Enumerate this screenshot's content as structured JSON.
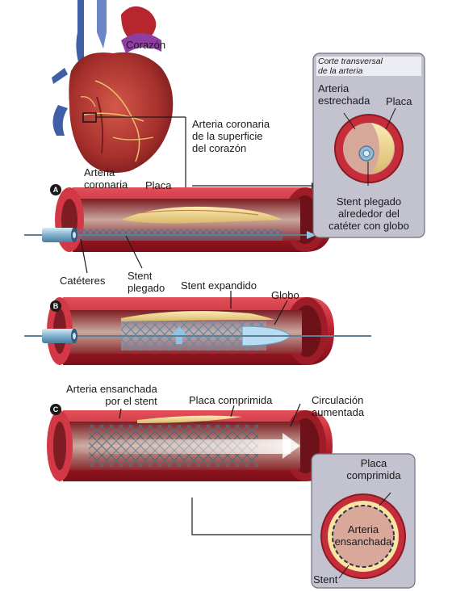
{
  "labels": {
    "heart": "Corazón",
    "coronary_surface": [
      "Arteria coronaria",
      "de la superficie",
      "del corazón"
    ],
    "coronary_artery": [
      "Arteria",
      "coronaria"
    ],
    "plaque_a": "Placa",
    "catheters": "Catéteres",
    "stent_folded": [
      "Stent",
      "plegado"
    ],
    "stent_expanded": "Stent expandido",
    "balloon": "Globo",
    "widened_by_stent": [
      "Arteria ensanchada",
      "por el stent"
    ],
    "compressed_plaque_c": "Placa comprimida",
    "increased_flow": [
      "Circulación",
      "aumentada"
    ]
  },
  "inset_top": {
    "title": [
      "Corte transversal",
      "de la arteria"
    ],
    "narrowed_artery": [
      "Arteria",
      "estrechada"
    ],
    "plaque": "Placa",
    "folded_stent_desc": [
      "Stent plegado",
      "alrededor del",
      "catéter con globo"
    ]
  },
  "inset_bottom": {
    "compressed_plaque": [
      "Placa",
      "comprimida"
    ],
    "widened_artery": [
      "Arteria",
      "ensanchada"
    ],
    "stent": "Stent"
  },
  "steps": {
    "a": "A",
    "b": "B",
    "c": "C"
  }
}
